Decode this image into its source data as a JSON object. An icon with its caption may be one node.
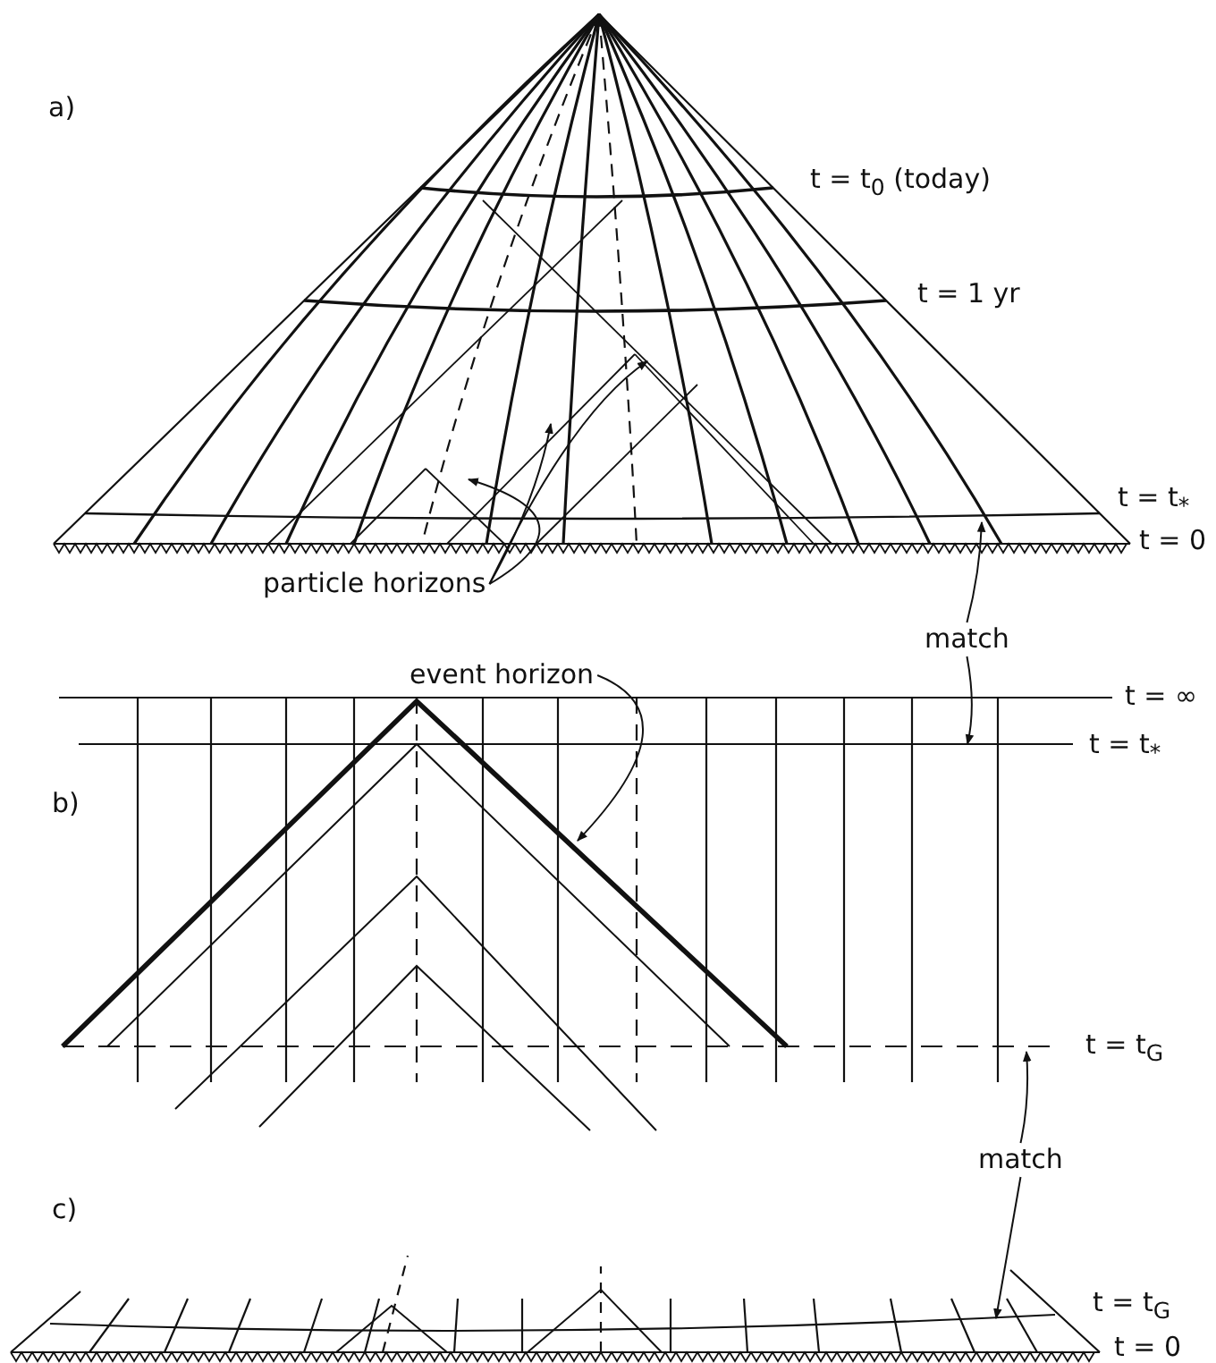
{
  "diagram": {
    "nodes": [
      {
        "text": [
          "particle horizons"
        ]
      },
      {
        "text": [
          "match"
        ]
      },
      {
        "text": [
          "event horizon"
        ]
      },
      {
        "text": [
          "match"
        ]
      }
    ],
    "edges": [
      {
        "from": 0,
        "to": null,
        "arrow": "to"
      },
      {
        "from": 0,
        "to": null,
        "arrow": "to"
      },
      {
        "from": 0,
        "to": null,
        "arrow": "to"
      },
      {
        "from": 1,
        "to": null,
        "arrow": "to"
      },
      {
        "from": 1,
        "to": null,
        "arrow": "to"
      },
      {
        "from": 2,
        "to": null,
        "arrow": "to"
      },
      {
        "from": 3,
        "to": null,
        "arrow": "to"
      },
      {
        "from": 3,
        "to": null,
        "arrow": "to"
      }
    ],
    "labels": [
      "a)",
      "t = t$_{0}$ (today)",
      "t = 1 yr",
      "t = t$_{*}$",
      "t = 0",
      "t = ∞",
      "t = t$_{*}$",
      "b)",
      "t = t$_{G}$",
      "c)",
      "t = t$_{G}$",
      "t = 0"
    ]
  }
}
